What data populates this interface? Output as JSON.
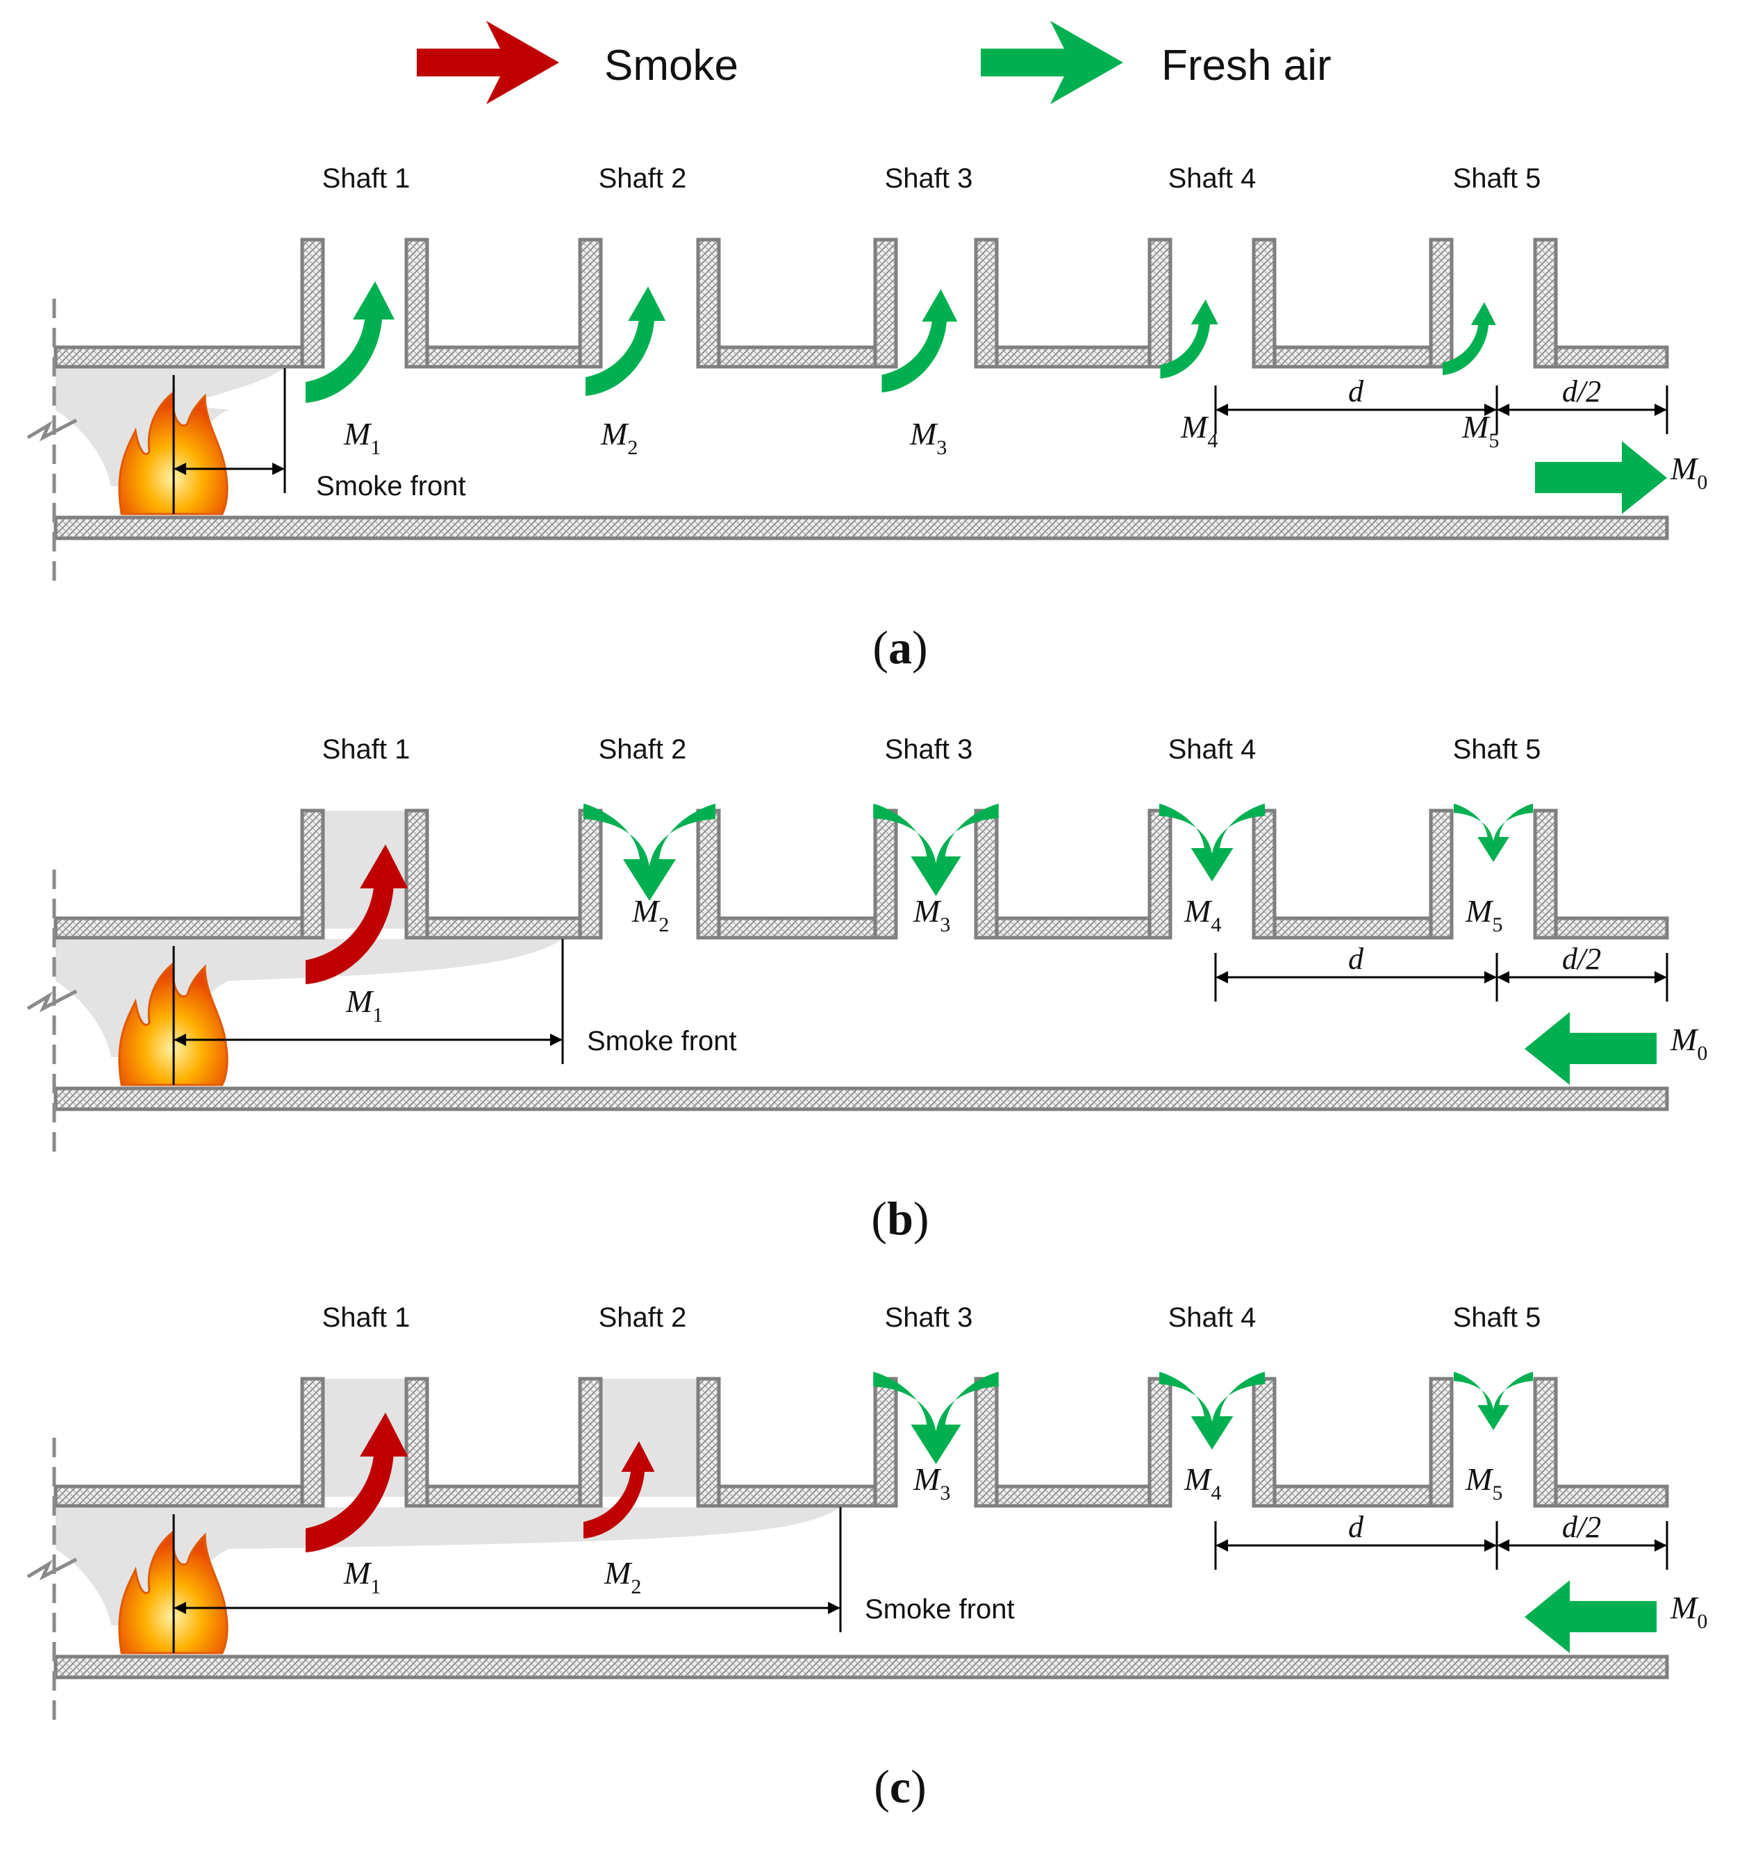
{
  "legend": {
    "smoke_label": "Smoke",
    "fresh_air_label": "Fresh air",
    "smoke_color": "#c00000",
    "fresh_air_color": "#00b050"
  },
  "colors": {
    "wall_stroke": "#7f7f7f",
    "wall_fill": "#d9d9d9",
    "smoke_layer": "#e3e3e3",
    "dimension_line": "#000000"
  },
  "shaft_labels": [
    "Shaft 1",
    "Shaft 2",
    "Shaft 3",
    "Shaft 4",
    "Shaft 5"
  ],
  "flow_symbol": "M",
  "flow_subscripts": [
    "1",
    "2",
    "3",
    "4",
    "5",
    "0"
  ],
  "smoke_front_label": "Smoke front",
  "dimension_labels": {
    "spacing": "d",
    "half_spacing": "d/2"
  },
  "panels": [
    {
      "label_open": "(",
      "label_letter": "a",
      "label_close": ")",
      "description_flows": [
        "fresh-air-up",
        "fresh-air-up",
        "fresh-air-up",
        "fresh-air-up",
        "fresh-air-up"
      ],
      "longitudinal_flow": "rightward",
      "smoke_front_reaches": "before shaft 1"
    },
    {
      "label_open": "(",
      "label_letter": "b",
      "label_close": ")",
      "description_flows": [
        "smoke-up",
        "fresh-air-down",
        "fresh-air-down",
        "fresh-air-down",
        "fresh-air-down"
      ],
      "longitudinal_flow": "leftward",
      "smoke_front_reaches": "between shaft 1 and shaft 2"
    },
    {
      "label_open": "(",
      "label_letter": "c",
      "label_close": ")",
      "description_flows": [
        "smoke-up",
        "smoke-up",
        "fresh-air-down",
        "fresh-air-down",
        "fresh-air-down"
      ],
      "longitudinal_flow": "leftward",
      "smoke_front_reaches": "between shaft 2 and shaft 3"
    }
  ]
}
